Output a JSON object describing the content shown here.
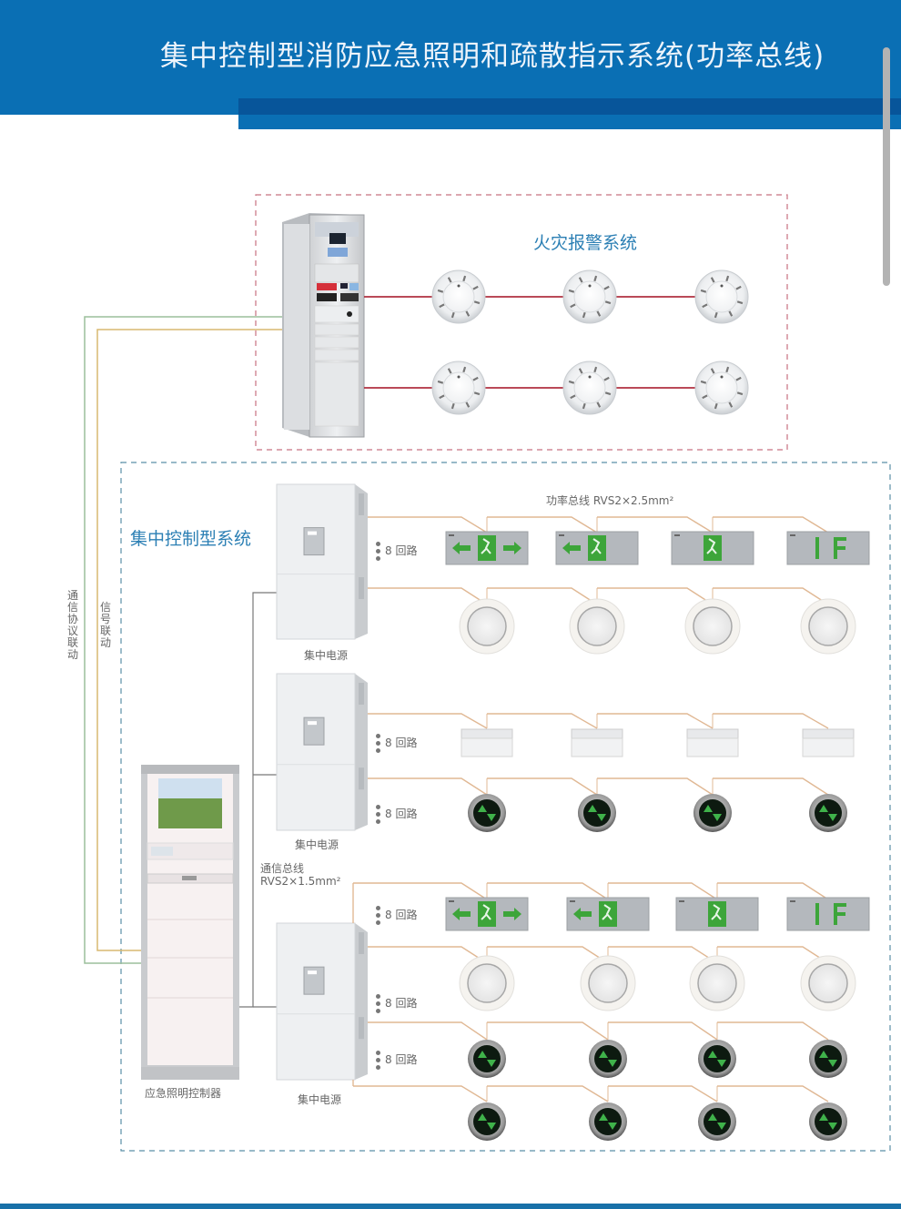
{
  "header": {
    "title": "集中控制型消防应急照明和疏散指示系统(功率总线)"
  },
  "colors": {
    "header_blue": "#0a6fb4",
    "alarm_wire": "#b03040",
    "power_bus_wire": "#e0b894",
    "comm_wire": "#888888",
    "alarm_box_border": "#c77080",
    "system_box_border": "#5a8fa6",
    "sign_green": "#3da53a"
  },
  "fire_alarm_system": {
    "title": "火灾报警系统",
    "detector_rows": 2,
    "detectors_per_row": 3
  },
  "central_control_system": {
    "title": "集中控制型系统",
    "power_bus_label": "功率总线 RVS2×2.5mm²",
    "comm_bus_label_line1": "通信总线",
    "comm_bus_label_line2": "RVS2×1.5mm²",
    "controller_label": "应急照明控制器",
    "power_supplies": [
      {
        "label": "集中电源",
        "loops": [
          "8 回路"
        ]
      },
      {
        "label": "集中电源",
        "loops": [
          "8 回路",
          "8 回路"
        ]
      },
      {
        "label": "集中电源",
        "loops": [
          "8 回路",
          "8 回路",
          "8 回路"
        ]
      }
    ]
  },
  "links": {
    "protocol_link": "通信协议联动",
    "signal_link": "信号联动"
  },
  "signs": {
    "floor_text": "I F"
  }
}
